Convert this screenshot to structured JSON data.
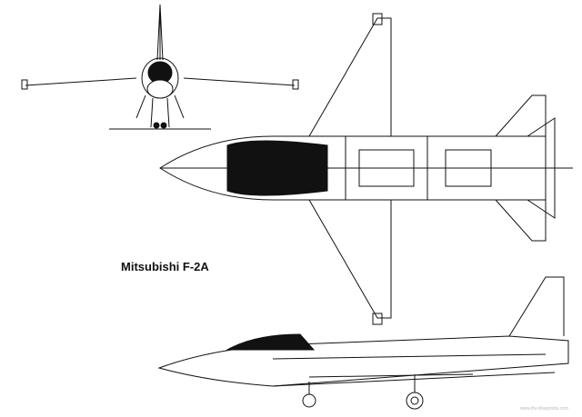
{
  "title": "Mitsubishi F-2A",
  "watermark": "www.the-blueprints.com",
  "views": [
    "front-view",
    "top-view",
    "side-view"
  ],
  "colors": {
    "line": "#111111",
    "background": "#ffffff",
    "canopy": "#0a0a0a"
  }
}
